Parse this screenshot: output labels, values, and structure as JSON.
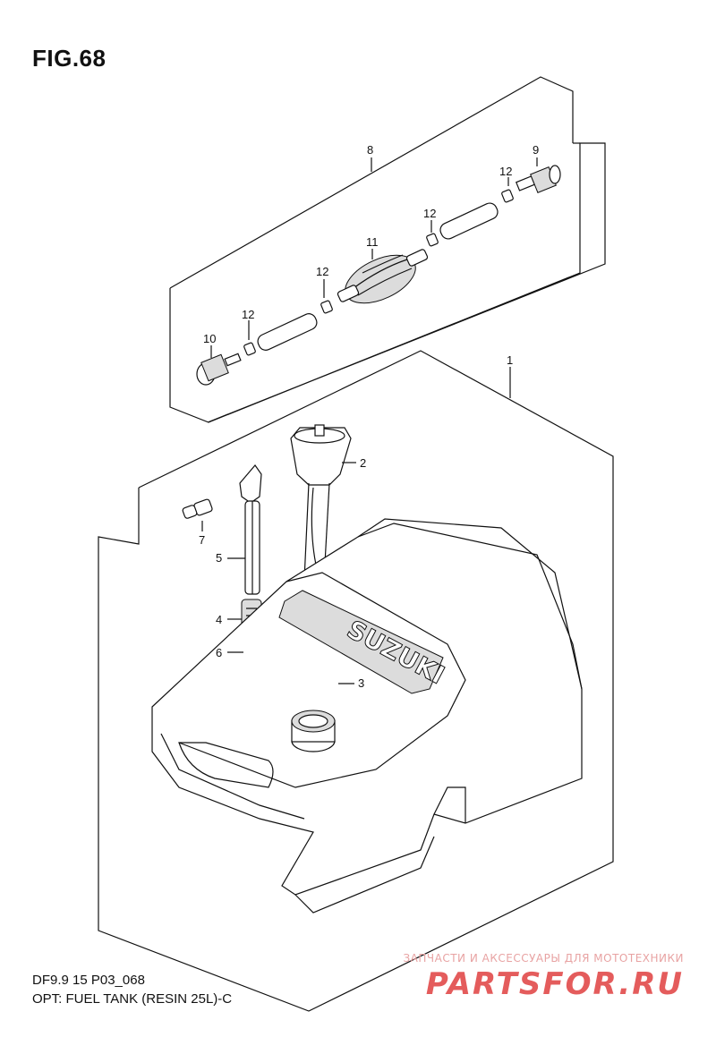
{
  "figure": {
    "title": "FIG.68"
  },
  "footer": {
    "code": "DF9.9 15 P03_068",
    "description": "OPT: FUEL TANK (RESIN 25L)-C"
  },
  "watermark": {
    "line1": "ЗАПЧАСТИ И АКСЕССУАРЫ ДЛЯ МОТОТЕХНИКИ",
    "line2": "PARTSFOR.RU"
  },
  "tank_label": "SUZUKI",
  "callouts": [
    "1",
    "2",
    "3",
    "4",
    "5",
    "6",
    "7",
    "8",
    "9",
    "10",
    "11",
    "12"
  ]
}
